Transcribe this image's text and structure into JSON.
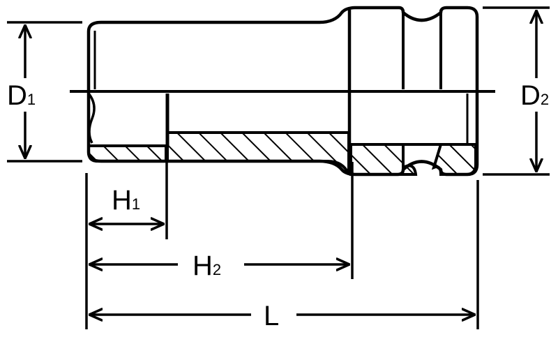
{
  "labels": {
    "d1": {
      "main": "D",
      "sub": "1"
    },
    "d2": {
      "main": "D",
      "sub": "2"
    },
    "h1": {
      "main": "H",
      "sub": "1"
    },
    "h2": {
      "main": "H",
      "sub": "2"
    },
    "l": {
      "main": "L"
    }
  },
  "colors": {
    "ink": "#000000",
    "background": "#ffffff"
  }
}
